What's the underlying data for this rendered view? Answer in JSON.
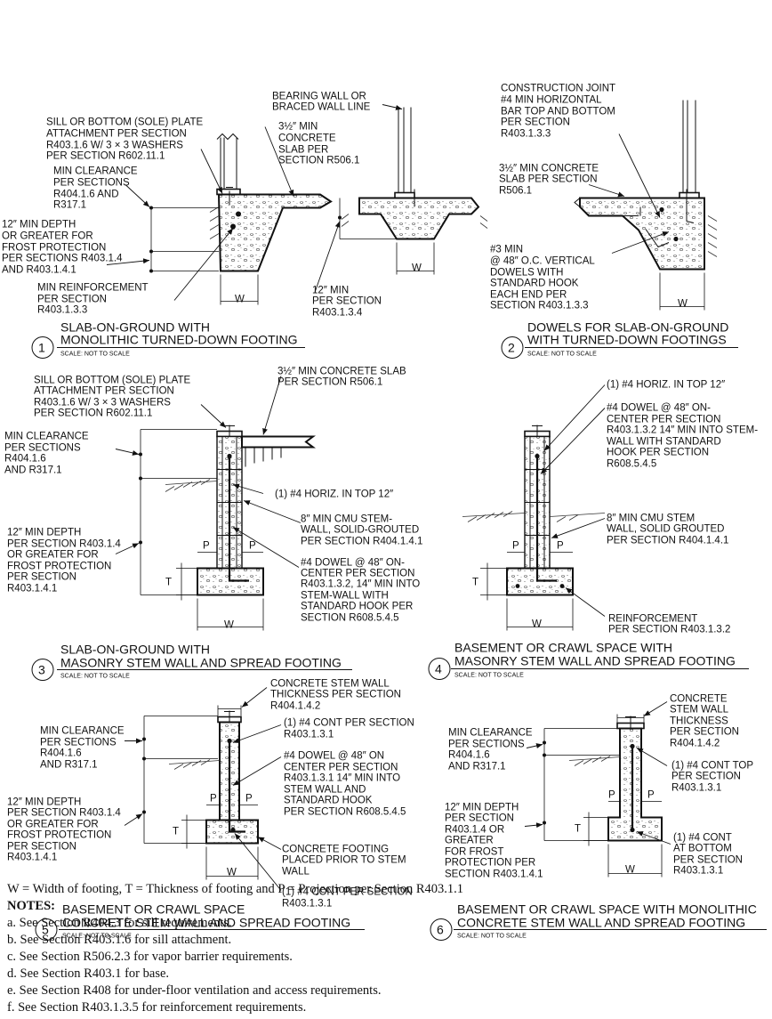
{
  "details": [
    {
      "number": "1",
      "title_line1": "SLAB-ON-GROUND WITH",
      "title_line2": "MONOLITHIC TURNED-DOWN FOOTING",
      "scale": "SCALE: NOT TO SCALE",
      "labels": {
        "sill": [
          "SILL OR BOTTOM (SOLE) PLATE",
          "ATTACHMENT PER SECTION",
          "R403.1.6 W/ 3 × 3 WASHERS",
          "PER SECTION R602.11.1"
        ],
        "clearance": [
          "MIN CLEARANCE",
          "PER SECTIONS",
          "R404.1.6 AND",
          "R317.1"
        ],
        "depth": [
          "12″ MIN DEPTH",
          "OR GREATER FOR",
          "FROST PROTECTION",
          "PER SECTIONS R403.1.4",
          "AND R403.1.4.1"
        ],
        "reinforcement": [
          "MIN REINFORCEMENT",
          "PER SECTION",
          "R403.1.3.3"
        ],
        "slab": [
          "3½″ MIN",
          "CONCRETE",
          "SLAB PER",
          "SECTION R506.1"
        ],
        "bearing": [
          "BEARING WALL OR",
          "BRACED WALL LINE"
        ],
        "min12": [
          "12″ MIN",
          "PER SECTION",
          "R403.1.3.4"
        ],
        "w": "W"
      }
    },
    {
      "number": "2",
      "title_line1": "DOWELS FOR SLAB-ON-GROUND",
      "title_line2": "WITH TURNED-DOWN FOOTINGS",
      "scale": "SCALE: NOT TO SCALE",
      "labels": {
        "joint": [
          "CONSTRUCTION JOINT",
          "#4 MIN HORIZONTAL",
          "BAR TOP AND BOTTOM",
          "PER SECTION",
          "R403.1.3.3"
        ],
        "slab": [
          "3½″ MIN CONCRETE",
          "SLAB PER SECTION",
          "R506.1"
        ],
        "dowels": [
          "#3 MIN",
          "@ 48″ O.C. VERTICAL",
          "DOWELS WITH",
          "STANDARD HOOK",
          "EACH END PER",
          "SECTION R403.1.3.3"
        ],
        "w": "W"
      }
    },
    {
      "number": "3",
      "title_line1": "SLAB-ON-GROUND WITH",
      "title_line2": "MASONRY STEM WALL AND SPREAD FOOTING",
      "scale": "SCALE: NOT TO SCALE",
      "labels": {
        "sill": [
          "SILL OR BOTTOM (SOLE) PLATE",
          "ATTACHMENT PER SECTION",
          "R403.1.6 W/ 3 × 3 WASHERS",
          "PER SECTION R602.11.1"
        ],
        "slab": [
          "3½″ MIN CONCRETE SLAB",
          "PER SECTION R506.1"
        ],
        "clearance": [
          "MIN CLEARANCE",
          "PER SECTIONS",
          "R404.1.6",
          "AND R317.1"
        ],
        "horiz": [
          "(1) #4 HORIZ. IN TOP 12″"
        ],
        "cmu": [
          "8″ MIN CMU STEM-",
          "WALL, SOLID-GROUTED",
          "PER SECTION R404.1.4.1"
        ],
        "depth": [
          "12″ MIN DEPTH",
          "PER SECTION R403.1.4",
          "OR GREATER FOR",
          "FROST PROTECTION",
          "PER SECTION",
          "R403.1.4.1"
        ],
        "dowel": [
          "#4 DOWEL @ 48″ ON-",
          "CENTER PER SECTION",
          "R403.1.3.2, 14″ MIN INTO",
          "STEM-WALL WITH",
          "STANDARD HOOK PER",
          "SECTION R608.5.4.5"
        ],
        "p": "P",
        "t": "T",
        "w": "W"
      }
    },
    {
      "number": "4",
      "title_line1": "BASEMENT OR CRAWL SPACE WITH",
      "title_line2": "MASONRY STEM WALL AND SPREAD FOOTING",
      "scale": "SCALE: NOT TO SCALE",
      "labels": {
        "horiz": [
          "(1) #4 HORIZ. IN TOP 12″"
        ],
        "dowel": [
          "#4 DOWEL @ 48″ ON-",
          "CENTER PER SECTION",
          "R403.1.3.2 14″ MIN INTO STEM-",
          "WALL WITH STANDARD",
          "HOOK PER SECTION",
          "R608.5.4.5"
        ],
        "cmu": [
          "8″ MIN CMU STEM",
          "WALL, SOLID GROUTED",
          "PER SECTION R404.1.4.1"
        ],
        "reinf": [
          "REINFORCEMENT",
          "PER SECTION R403.1.3.2"
        ],
        "p": "P",
        "t": "T",
        "w": "W"
      }
    },
    {
      "number": "5",
      "title_line1": "BASEMENT OR CRAWL SPACE",
      "title_line2": "CONCRETE STEM WALL AND SPREAD FOOTING",
      "scale": "SCALE: NOT TO SCALE",
      "labels": {
        "stem": [
          "CONCRETE STEM WALL",
          "THICKNESS PER SECTION",
          "R404.1.4.2"
        ],
        "cont": [
          "(1) #4 CONT PER SECTION",
          "R403.1.3.1"
        ],
        "clearance": [
          "MIN CLEARANCE",
          "PER  SECTIONS",
          "R404.1.6",
          "AND R317.1"
        ],
        "dowel": [
          "#4 DOWEL @ 48″ ON",
          "CENTER PER SECTION",
          "R403.1.3.1 14″ MIN INTO",
          "STEM WALL AND",
          "STANDARD HOOK",
          "PER SECTION R608.5.4.5"
        ],
        "depth": [
          "12″ MIN DEPTH",
          "PER SECTION R403.1.4",
          "OR GREATER FOR",
          "FROST PROTECTION",
          "PER SECTION",
          "R403.1.4.1"
        ],
        "footing": [
          "CONCRETE FOOTING",
          "PLACED PRIOR TO STEM",
          "WALL"
        ],
        "cont_bottom": [
          "(1) #4 CONT PER SECTION",
          "R403.1.3.1"
        ],
        "p": "P",
        "t": "T",
        "w": "W"
      }
    },
    {
      "number": "6",
      "title_line1": "BASEMENT OR CRAWL SPACE WITH MONOLITHIC",
      "title_line2": "CONCRETE STEM WALL AND SPREAD FOOTING",
      "scale": "SCALE: NOT TO SCALE",
      "labels": {
        "stem": [
          "CONCRETE",
          "STEM WALL",
          "THICKNESS",
          "PER SECTION",
          "R404.1.4.2"
        ],
        "clearance": [
          "MIN CLEARANCE",
          "PER SECTIONS",
          "R404.1.6",
          "AND R317.1"
        ],
        "cont_top": [
          "(1) #4 CONT TOP",
          "PER SECTION",
          "R403.1.3.1"
        ],
        "depth": [
          "12″ MIN DEPTH",
          "PER SECTION",
          "R403.1.4 OR",
          "GREATER",
          "FOR FROST",
          "PROTECTION PER",
          "SECTION R403.1.4.1"
        ],
        "cont_bottom": [
          "(1) #4 CONT",
          "AT BOTTOM",
          "PER SECTION",
          "R403.1.3.1"
        ],
        "p": "P",
        "t": "T",
        "w": "W"
      }
    }
  ],
  "legend": {
    "definition": "W = Width of footing, T = Thickness of footing and P = Projection per Section R403.1.1",
    "notes_heading": "NOTES:",
    "notes": [
      "a.  See Section R404.3 for sill requirements.",
      "b.  See Section R403.1.6 for sill attachment.",
      "c.  See Section R506.2.3 for vapor barrier requirements.",
      "d.  See Section R403.1 for base.",
      "e.  See Section R408 for under-floor ventilation and access requirements.",
      "f.  See Section R403.1.3.5 for reinforcement requirements."
    ]
  }
}
